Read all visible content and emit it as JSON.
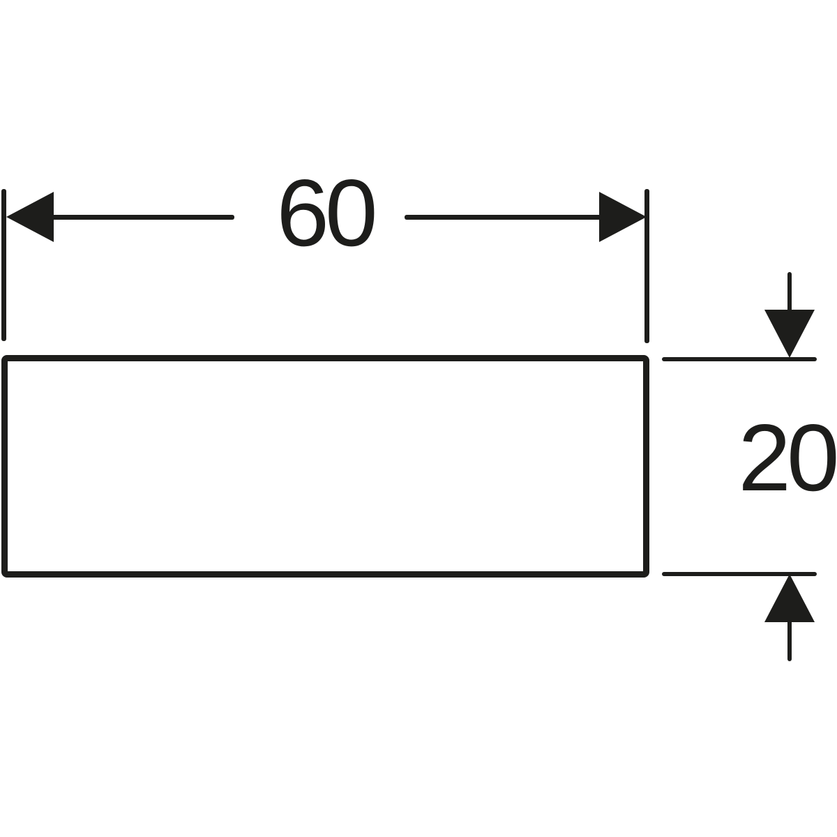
{
  "diagram": {
    "description": "Technical dimension drawing of a rectangular panel (front view) with width and height dimensions",
    "part": {
      "shape": "rectangle"
    },
    "dimensions": {
      "width": {
        "value": "60",
        "orientation": "horizontal"
      },
      "height": {
        "value": "20",
        "orientation": "vertical"
      }
    },
    "colors": {
      "line": "#1d1d1b",
      "background": "#ffffff"
    }
  }
}
